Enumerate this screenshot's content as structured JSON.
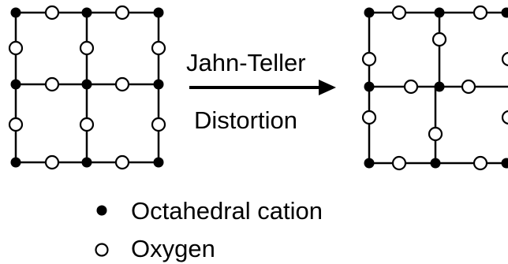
{
  "diagram": {
    "arrow_label_top": "Jahn-Teller",
    "arrow_label_bottom": "Distortion",
    "legend": [
      {
        "symbol": "filled-circle",
        "text": "Octahedral cation"
      },
      {
        "symbol": "open-circle",
        "text": "Oxygen"
      }
    ]
  },
  "colors": {
    "ink": "#000000",
    "background": "#ffffff"
  }
}
